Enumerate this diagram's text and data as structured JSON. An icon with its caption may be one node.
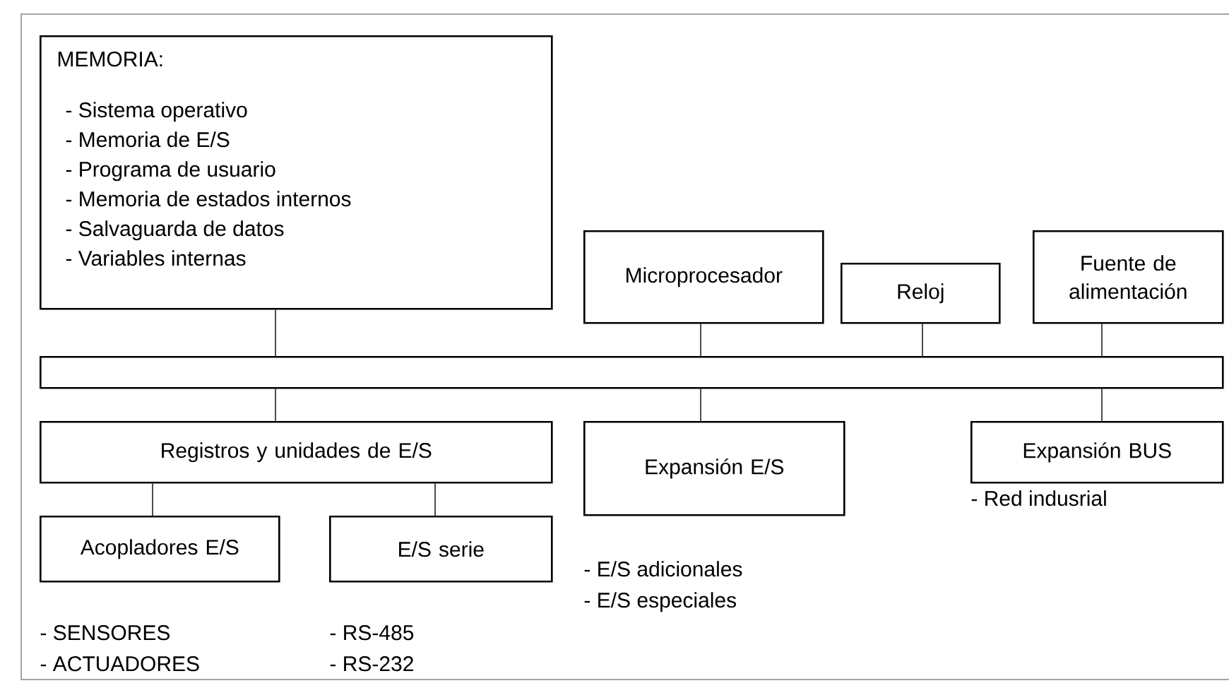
{
  "diagram": {
    "nodes": [
      {
        "text": [
          "MEMORIA:",
          "- Sistema operativo",
          "- Memoria de E/S",
          "- Programa de usuario",
          "- Memoria de estados internos",
          "- Salvaguarda de datos",
          "- Variables internas"
        ]
      },
      {
        "text": [
          "Microprocesador"
        ]
      },
      {
        "text": [
          "Reloj"
        ]
      },
      {
        "text": [
          "Fuente de alimentación"
        ]
      },
      {
        "text": [],
        "shape": "bar"
      },
      {
        "text": [
          "Registros y unidades de E/S"
        ]
      },
      {
        "text": [
          "Expansión E/S"
        ],
        "beside": [
          "- E/S adicionales",
          "- E/S especiales"
        ]
      },
      {
        "text": [
          "Expansión BUS"
        ],
        "beside": [
          "- Red indusrial"
        ]
      },
      {
        "text": [
          "Acopladores E/S"
        ],
        "beside": [
          "- SENSORES",
          "- ACTUADORES"
        ]
      },
      {
        "text": [
          "E/S serie"
        ],
        "beside": [
          "- RS-485",
          "- RS-232"
        ]
      }
    ],
    "edges": [
      {
        "from": 0,
        "to": 4,
        "arrow": "none"
      },
      {
        "from": 1,
        "to": 4,
        "arrow": "none"
      },
      {
        "from": 2,
        "to": 4,
        "arrow": "none"
      },
      {
        "from": 3,
        "to": 4,
        "arrow": "none"
      },
      {
        "from": 4,
        "to": 5,
        "arrow": "none"
      },
      {
        "from": 4,
        "to": 6,
        "arrow": "none"
      },
      {
        "from": 4,
        "to": 7,
        "arrow": "none"
      },
      {
        "from": 5,
        "to": 8,
        "arrow": "none"
      },
      {
        "from": 5,
        "to": 9,
        "arrow": "none"
      }
    ]
  }
}
